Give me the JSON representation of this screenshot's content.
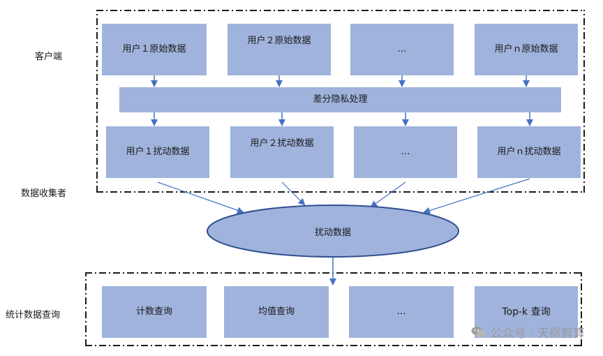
{
  "labels": {
    "client": "客户端",
    "collector": "数据收集者",
    "stats": "统计数据查询"
  },
  "raw_row": [
    "用户１原始数据",
    "用户２原始数据",
    "…",
    "用户ｎ原始数据"
  ],
  "dp_bar": "差分隐私处理",
  "perturbed_row": [
    "用户１扰动数据",
    "用户２扰动数据",
    "…",
    "用户ｎ扰动数据"
  ],
  "center": "扰动数据",
  "query_row": [
    "计数查询",
    "均值查询",
    "…",
    "Top-k 查询"
  ],
  "watermark": "公众号 · 天枢智算",
  "colors": {
    "box": "#9fb3dc",
    "arrow": "#4472c4",
    "ellipse": "#9fb3dc",
    "ellipse_border": "#2f4f8f"
  }
}
